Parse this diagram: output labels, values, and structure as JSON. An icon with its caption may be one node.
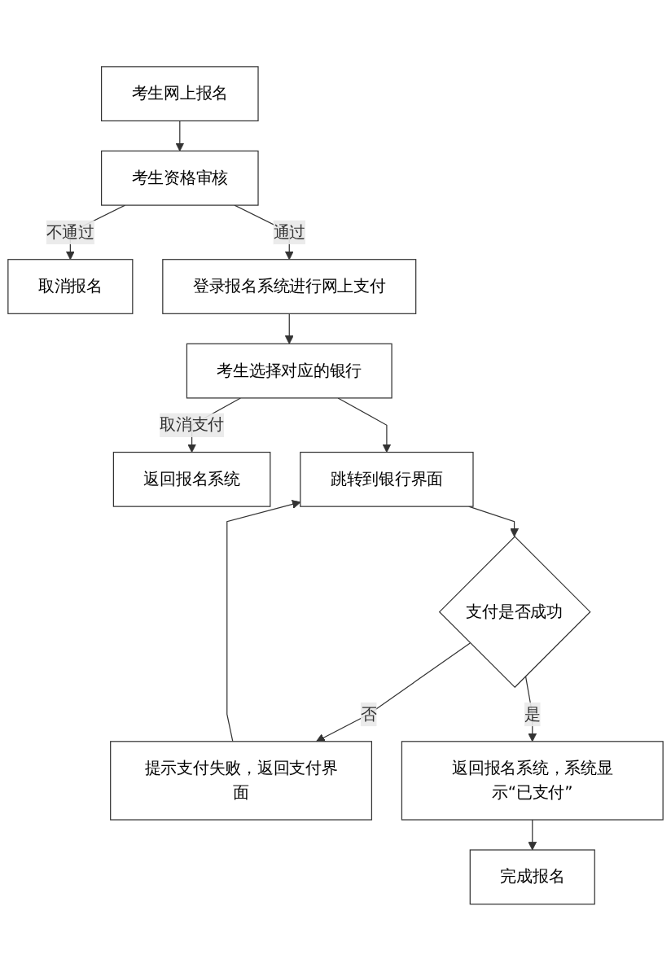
{
  "diagram": {
    "nodes": [
      {
        "text": [
          "考生网上报名"
        ]
      },
      {
        "text": [
          "考生资格审核"
        ]
      },
      {
        "text": [
          "取消报名"
        ]
      },
      {
        "text": [
          "登录报名系统进行网上支付"
        ]
      },
      {
        "text": [
          "考生选择对应的银行"
        ]
      },
      {
        "text": [
          "返回报名系统"
        ]
      },
      {
        "text": [
          "跳转到银行界面"
        ]
      },
      {
        "text": [
          "支付是否成功"
        ]
      },
      {
        "text": [
          "提示支付失败，返回支付界面"
        ]
      },
      {
        "text": [
          "返回报名系统，系统显示“已支付”"
        ]
      },
      {
        "text": [
          "完成报名"
        ]
      }
    ],
    "edges": [
      {
        "from": 0,
        "to": 1,
        "arrow": "to"
      },
      {
        "from": 1,
        "to": 2,
        "label": "不通过",
        "arrow": "to"
      },
      {
        "from": 1,
        "to": 3,
        "label": "通过",
        "arrow": "to"
      },
      {
        "from": 3,
        "to": 4,
        "arrow": "to"
      },
      {
        "from": 4,
        "to": 5,
        "label": "取消支付",
        "arrow": "to"
      },
      {
        "from": 4,
        "to": 6,
        "arrow": "to"
      },
      {
        "from": 6,
        "to": 7,
        "arrow": "to"
      },
      {
        "from": 7,
        "to": 8,
        "label": "否",
        "arrow": "to"
      },
      {
        "from": 8,
        "to": 6,
        "arrow": "to"
      },
      {
        "from": 7,
        "to": 9,
        "label": "是",
        "arrow": "to"
      },
      {
        "from": 9,
        "to": 10,
        "arrow": "to"
      }
    ]
  }
}
